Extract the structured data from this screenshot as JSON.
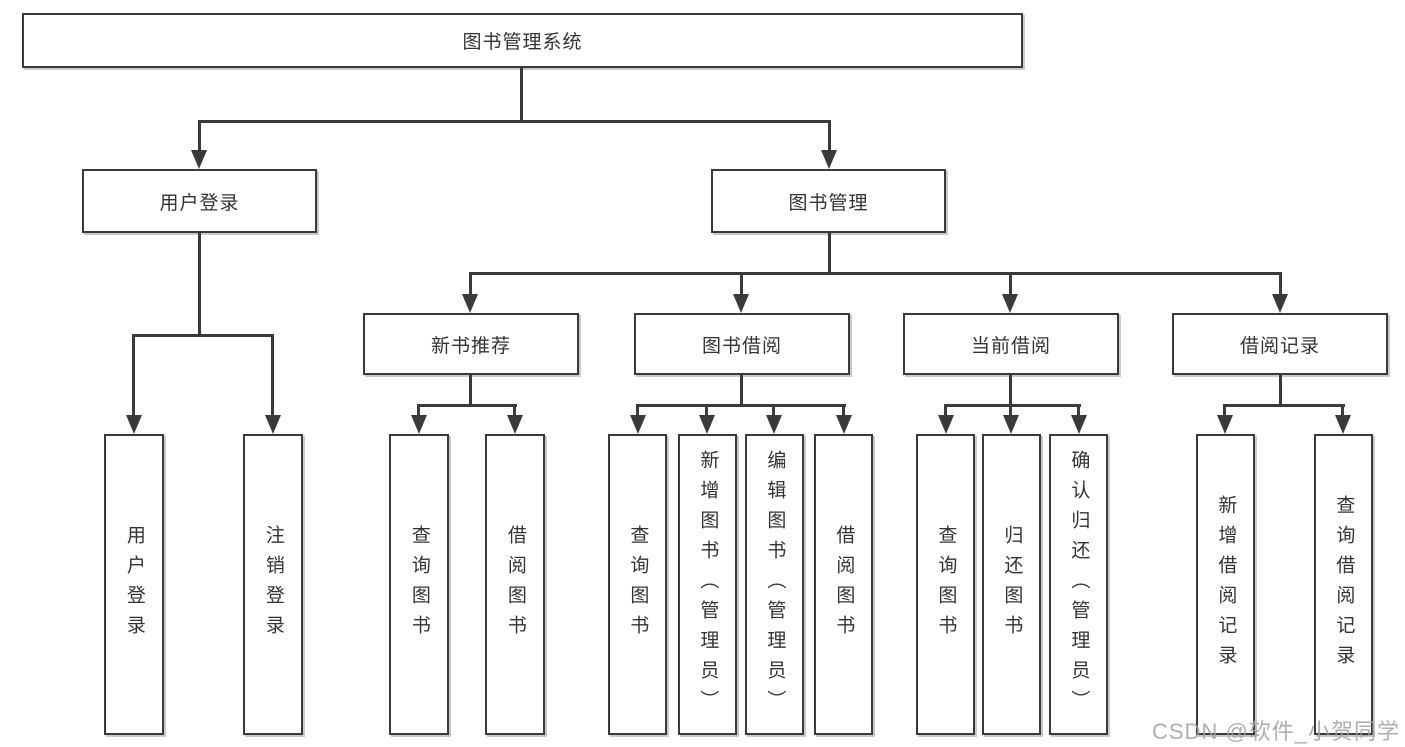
{
  "colors": {
    "line": "#3a3a3a",
    "box_border": "#3a3a3a",
    "box_fill": "#ffffff",
    "text": "#333333",
    "watermark": "#a3a3a3",
    "background": "#ffffff"
  },
  "tree": {
    "root": "图书管理系统",
    "branches": [
      {
        "label": "用户登录",
        "children": [
          {
            "label": "用户登录"
          },
          {
            "label": "注销登录"
          }
        ]
      },
      {
        "label": "图书管理",
        "children": [
          {
            "label": "新书推荐",
            "children": [
              {
                "label": "查询图书"
              },
              {
                "label": "借阅图书"
              }
            ]
          },
          {
            "label": "图书借阅",
            "children": [
              {
                "label": "查询图书"
              },
              {
                "label": "新增图书（管理员）"
              },
              {
                "label": "编辑图书（管理员）"
              },
              {
                "label": "借阅图书"
              }
            ]
          },
          {
            "label": "当前借阅",
            "children": [
              {
                "label": "查询图书"
              },
              {
                "label": "归还图书"
              },
              {
                "label": "确认归还（管理员）"
              }
            ]
          },
          {
            "label": "借阅记录",
            "children": [
              {
                "label": "新增借阅记录"
              },
              {
                "label": "查询借阅记录"
              }
            ]
          }
        ]
      }
    ]
  },
  "watermark": "CSDN @软件_小贺同学"
}
